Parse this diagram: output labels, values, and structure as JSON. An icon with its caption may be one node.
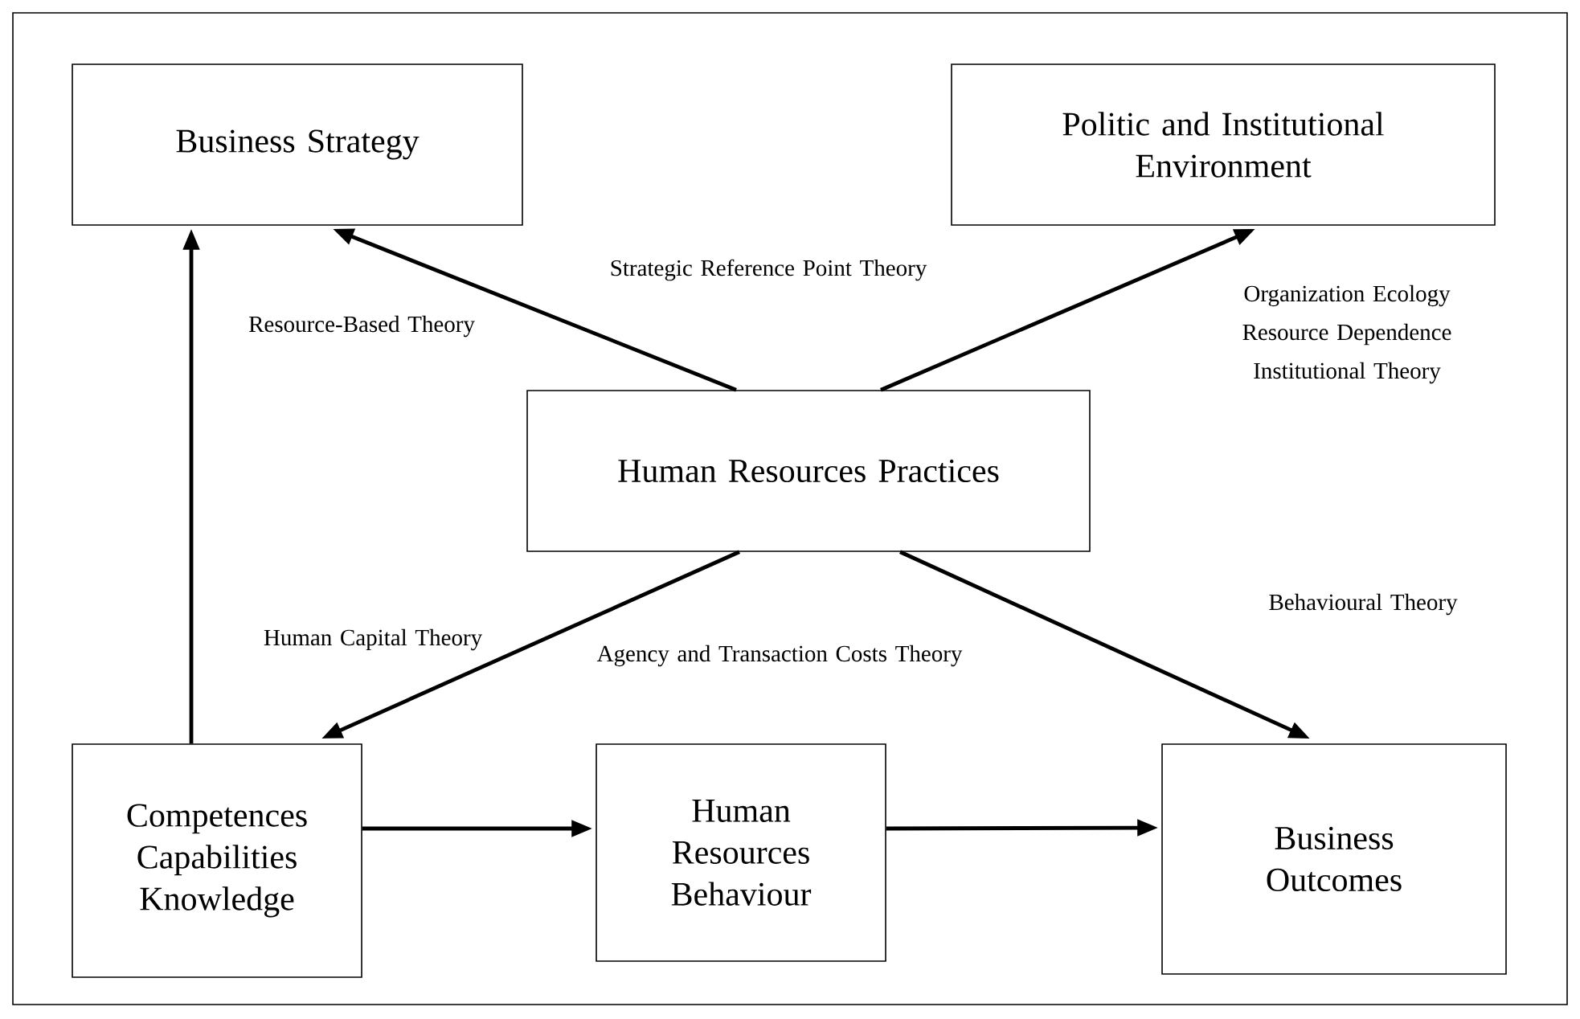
{
  "diagram": {
    "nodes": [
      {
        "text": [
          "Business Strategy"
        ]
      },
      {
        "text": [
          "Politic and Institutional Environment"
        ]
      },
      {
        "text": [
          "Human Resources Practices"
        ]
      },
      {
        "text": [
          "Competences Capabilities Knowledge"
        ]
      },
      {
        "text": [
          "Human Resources Behaviour"
        ]
      },
      {
        "text": [
          "Business Outcomes"
        ]
      }
    ],
    "edges": [
      {
        "from": 2,
        "to": 0,
        "arrow": "to"
      },
      {
        "from": 2,
        "to": 1,
        "arrow": "to"
      },
      {
        "from": 3,
        "to": 0,
        "arrow": "to"
      },
      {
        "from": 2,
        "to": 3,
        "arrow": "to"
      },
      {
        "from": 2,
        "to": 5,
        "arrow": "to"
      },
      {
        "from": 3,
        "to": 4,
        "arrow": "to"
      },
      {
        "from": 4,
        "to": 5,
        "arrow": "to"
      }
    ],
    "labels": [
      "Strategic Reference Point Theory",
      "Resource-Based Theory",
      "Organization Ecology",
      "Resource Dependence",
      "Institutional Theory",
      "Human Capital Theory",
      "Behavioural Theory",
      "Agency and Transaction Costs Theory"
    ]
  }
}
